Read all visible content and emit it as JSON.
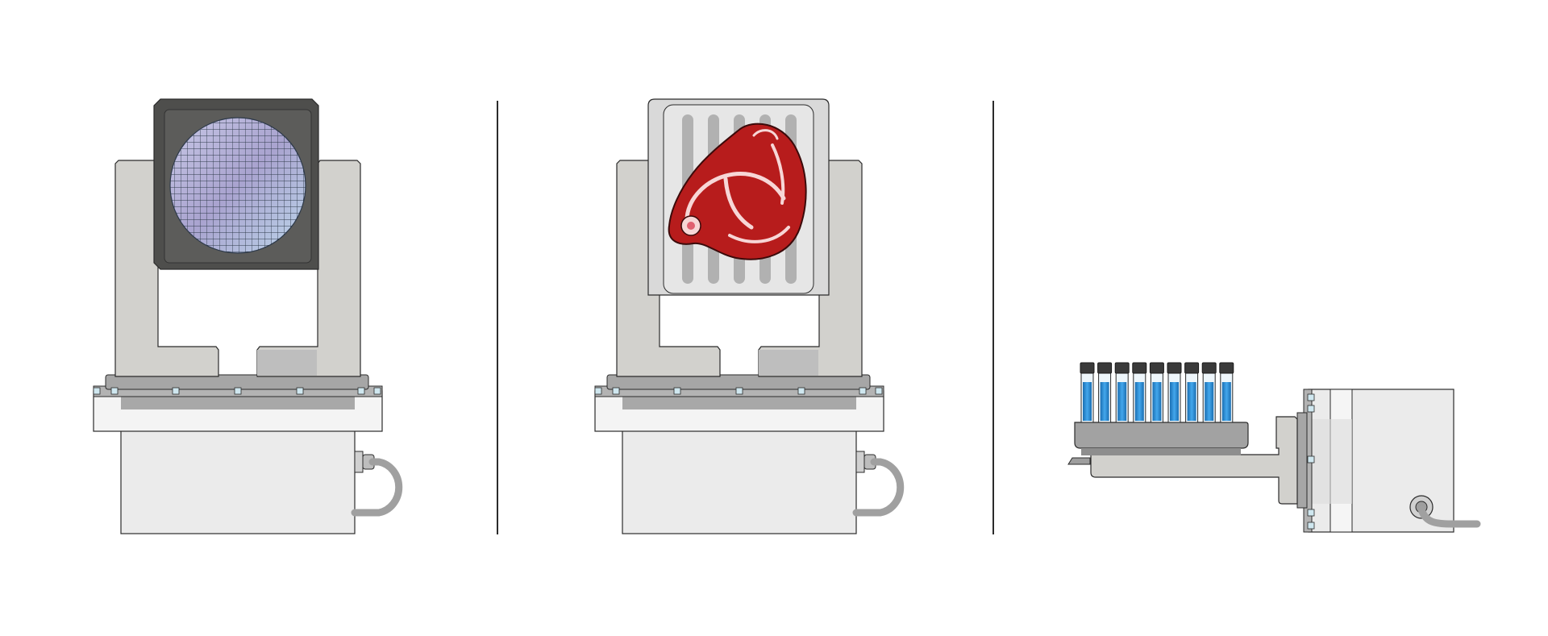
{
  "panels": [
    {
      "id": "left",
      "holder": "wafer"
    },
    {
      "id": "middle",
      "holder": "meat"
    },
    {
      "id": "right",
      "holder": "tube-rack"
    }
  ],
  "tube_rack": {
    "tube_count": 9
  },
  "colors": {
    "frame": "#d2d1cd",
    "frame_dark": "#a2a2a2",
    "plate_top": "#b9b9b9",
    "body": "#ebebeb",
    "outline": "#2b2b2b",
    "cable": "#a0a0a0",
    "bolt": "#cfe7ef",
    "wafer_holder": "#4e4e4c",
    "wafer_grid": "#2e3a4a",
    "meat_red": "#b71c1c",
    "meat_fat": "#f7d6d6",
    "grill_bg": "#e6e6e6",
    "tube_liquid": "#2b8fd6",
    "tube_cap": "#3a3a3a",
    "divider": "#2b2b2b"
  }
}
